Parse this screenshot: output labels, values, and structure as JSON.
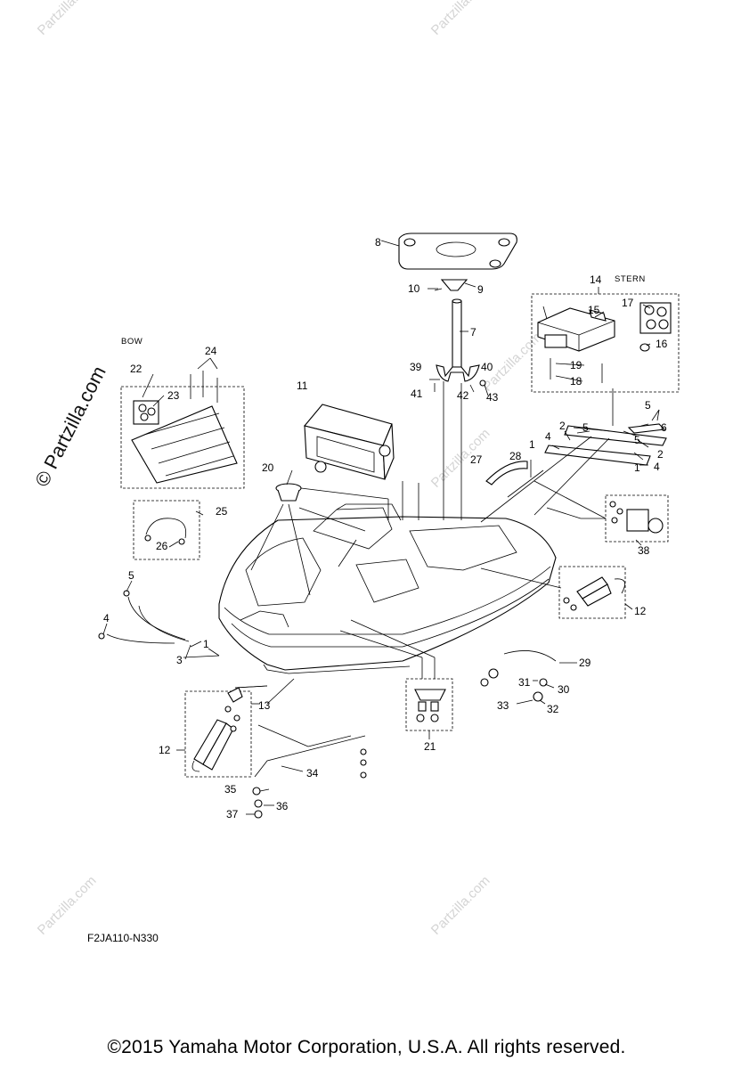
{
  "watermark": {
    "brand": "Partzilla.com",
    "brand_prominent": "© Partzilla.com"
  },
  "labels": {
    "bow": "BOW",
    "stern": "STERN"
  },
  "callouts": [
    "1",
    "2",
    "3",
    "4",
    "5",
    "6",
    "7",
    "8",
    "9",
    "10",
    "11",
    "12",
    "13",
    "14",
    "15",
    "16",
    "17",
    "18",
    "19",
    "20",
    "21",
    "22",
    "23",
    "24",
    "25",
    "26",
    "27",
    "28",
    "29",
    "30",
    "31",
    "32",
    "33",
    "34",
    "35",
    "36",
    "37",
    "38",
    "39",
    "40",
    "41",
    "42",
    "43"
  ],
  "diagram_code": "F2JA110-N330",
  "copyright": "©2015  Yamaha Motor Corporation, U.S.A. All rights reserved."
}
